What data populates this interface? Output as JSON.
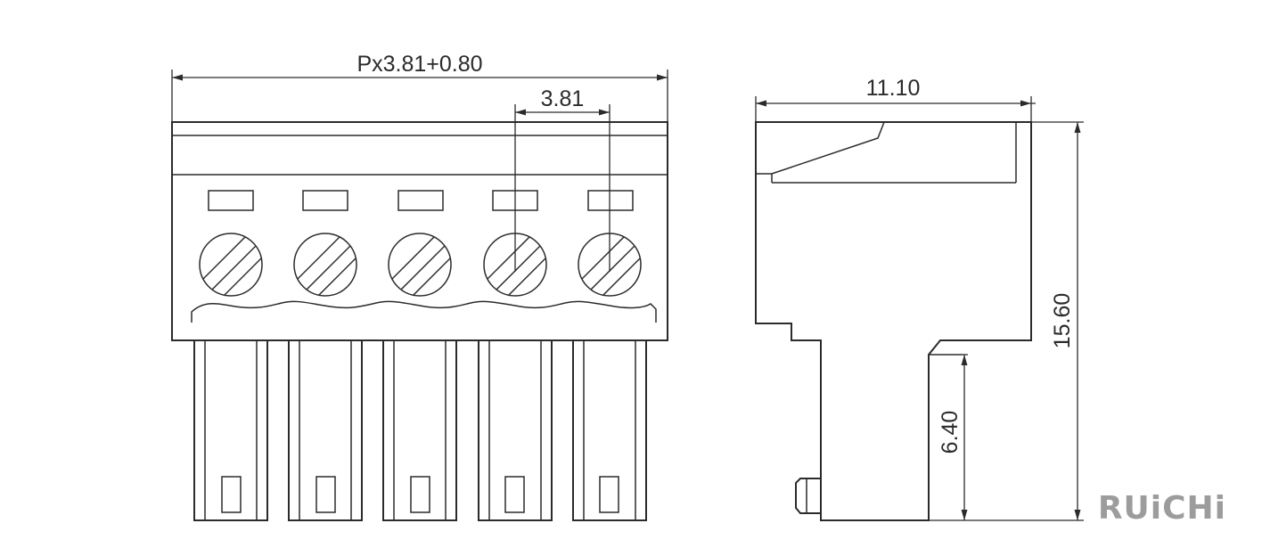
{
  "dimensions": {
    "overall_width": "Px3.81+0.80",
    "pitch": "3.81",
    "depth": "11.10",
    "total_height": "15.60",
    "pin_height": "6.40"
  },
  "front_view": {
    "pole_count": 5
  },
  "brand": {
    "logo_text": "RUiCHi"
  },
  "colors": {
    "line": "#2b2b2b",
    "logo": "#9c9c9c",
    "background": "#ffffff"
  }
}
